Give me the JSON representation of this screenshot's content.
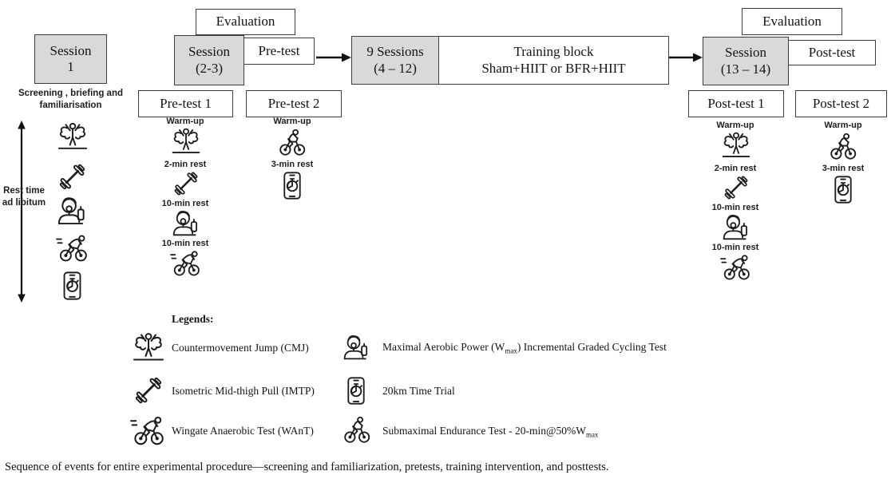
{
  "flow": {
    "evaluation_left": "Evaluation",
    "evaluation_right": "Evaluation",
    "session1": {
      "l1": "Session",
      "l2": "1"
    },
    "session1_note": "Screening , briefing and familiarisation",
    "session23": {
      "l1": "Session",
      "l2": "(2-3)"
    },
    "pretest": "Pre-test",
    "sessions9": {
      "l1": "9 Sessions",
      "l2": "(4 – 12)"
    },
    "training": {
      "l1": "Training block",
      "l2": "Sham+HIIT or BFR+HIIT"
    },
    "session1314": {
      "l1": "Session",
      "l2": "(13 – 14)"
    },
    "posttest": "Post-test",
    "pretest1": "Pre-test 1",
    "pretest2": "Pre-test 2",
    "posttest1": "Post-test 1",
    "posttest2": "Post-test 2"
  },
  "rest_note": "Rest time ad libitum",
  "labels": {
    "warmup": "Warm-up",
    "rest_2min": "2-min rest",
    "rest_3min": "3-min rest",
    "rest_10min": "10-min rest"
  },
  "icons": {
    "cmj": "jump-person-icon",
    "imtp": "dumbbell-icon",
    "wmax": "mask-person-icon",
    "want": "sprint-cyclist-icon",
    "tt": "phone-stopwatch-icon",
    "sub": "cyclist-icon"
  },
  "legend": {
    "title": "Legends:",
    "items": [
      {
        "pre": "Countermovement Jump (CMJ)",
        "sub": "",
        "post": ""
      },
      {
        "pre": "Isometric Mid-thigh Pull (IMTP)",
        "sub": "",
        "post": ""
      },
      {
        "pre": "Wingate Anaerobic Test (WAnT)",
        "sub": "",
        "post": ""
      },
      {
        "pre": "Maximal Aerobic Power (W",
        "sub": "max",
        "post": ") Incremental Graded Cycling Test"
      },
      {
        "pre": "20km Time Trial",
        "sub": "",
        "post": ""
      },
      {
        "pre": "Submaximal Endurance Test - 20-min@50%W",
        "sub": "max",
        "post": ""
      }
    ]
  },
  "caption": "Sequence of events for entire experimental procedure—screening and familiarization, pretests, training intervention, and posttests.",
  "colors": {
    "box_gray": "#d9d9d9",
    "box_white": "#ffffff",
    "border": "#3d3d3d",
    "ink": "#141414"
  }
}
